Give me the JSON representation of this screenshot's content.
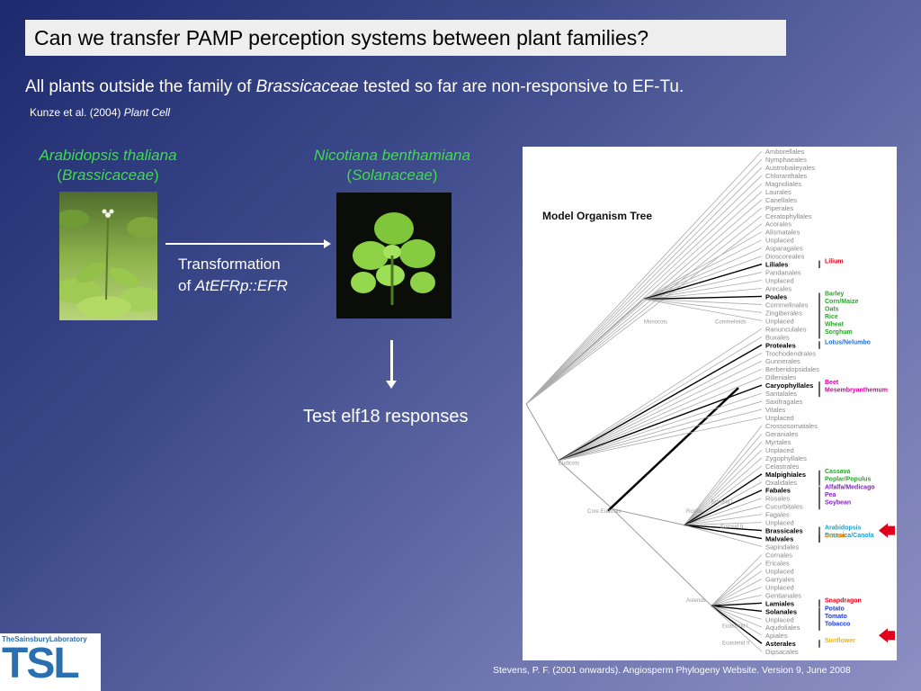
{
  "slide": {
    "title": "Can we transfer PAMP perception systems between plant families?",
    "lead_prefix": "All plants outside the family of ",
    "lead_italic": "Brassicaceae",
    "lead_suffix": " tested so far are non-responsive to EF-Tu.",
    "reference_prefix": "Kunze et al. (2004) ",
    "reference_journal": "Plant Cell",
    "species1": {
      "name": "Arabidopsis thaliana",
      "family": "Brassicaceae"
    },
    "species2": {
      "name": "Nicotiana benthamiana",
      "family": "Solanaceae"
    },
    "transformation_line1": "Transformation",
    "transformation_of": "of ",
    "transformation_construct": "AtEFRp::EFR",
    "test_label": "Test elf18 responses",
    "footer": "Stevens, P. F. (2001 onwards). Angiosperm Phylogeny Website. Version 9, June 2008",
    "logo_top": "TheSainsburyLaboratory",
    "logo_big": "TSL",
    "accent_green": "#3fdc4a",
    "paren_open": "(",
    "paren_close": ")"
  },
  "tree": {
    "title": "Model Organism Tree",
    "orders": [
      "Amborellales",
      "Nymphaeales",
      "Austrobaileyales",
      "Chloranthales",
      "Magnoliales",
      "Laurales",
      "Canellales",
      "Piperales",
      "Ceratophyllales",
      "Acorales",
      "Alismatales",
      "Unplaced",
      "Asparagales",
      "Dioscoreales",
      "Liliales",
      "Pandanales",
      "Unplaced",
      "Arecales",
      "Poales",
      "Commelinales",
      "Zingiberales",
      "Unplaced",
      "Ranunculales",
      "Buxales",
      "Proteales",
      "Trochodendrales",
      "Gunnerales",
      "Berberidopsidales",
      "Dilleniales",
      "Caryophyllales",
      "Santalales",
      "Saxifragales",
      "Vitales",
      "Unplaced",
      "Crossosomatales",
      "Geraniales",
      "Myrtales",
      "Unplaced",
      "Zygophyllales",
      "Celastrales",
      "Malpighiales",
      "Oxalidales",
      "Fabales",
      "Rosales",
      "Cucurbitales",
      "Fagales",
      "Unplaced",
      "Brassicales",
      "Malvales",
      "Sapindales",
      "Cornales",
      "Ericales",
      "Unplaced",
      "Garryales",
      "Unplaced",
      "Gentianales",
      "Lamiales",
      "Solanales",
      "Unplaced",
      "Aquifoliales",
      "Apiales",
      "Asterales",
      "Dipsacales"
    ],
    "bold_orders": [
      "Liliales",
      "Poales",
      "Proteales",
      "Caryophyllales",
      "Malpighiales",
      "Fabales",
      "Brassicales",
      "Malvales",
      "Lamiales",
      "Solanales",
      "Asterales"
    ],
    "clade_labels": [
      "Monocots",
      "Commelinids",
      "Eudicots",
      "Core Eudicots",
      "Rosids",
      "Eurosid I",
      "Eurosid II",
      "Asterids",
      "Euasterid I",
      "Euasterid II"
    ],
    "groups": [
      {
        "row": 14,
        "color": "#e0001b",
        "items": [
          "Lilium"
        ]
      },
      {
        "row": 18,
        "color": "#2aa52a",
        "items": [
          "Barley",
          "Corn/Maize",
          "Oats",
          "Rice",
          "Wheat",
          "Sorghum"
        ]
      },
      {
        "row": 24,
        "color": "#1e6fd0",
        "items": [
          "Lotus/Nelumbo"
        ]
      },
      {
        "row": 29,
        "color": "#d6009a",
        "items": [
          "Beet",
          "Mesembryanthemum"
        ]
      },
      {
        "row": 40,
        "color": "#2aa52a",
        "items": [
          "Cassava",
          "Poplar/Populus"
        ]
      },
      {
        "row": 42,
        "color": "#8a1ec6",
        "items": [
          "Alfalfa/Medicago",
          "Pea",
          "Soybean"
        ]
      },
      {
        "row": 47,
        "color": "#1ea0c8",
        "items": [
          "Arabidopsis",
          "Brassica/Canola"
        ]
      },
      {
        "row": 48,
        "color": "#f08a00",
        "items": [
          "Cotton"
        ]
      },
      {
        "row": 56,
        "color": "#e0001b",
        "items": [
          "Snapdragon"
        ]
      },
      {
        "row": 57,
        "color": "#1e3cd0",
        "items": [
          "Potato",
          "Tomato",
          "Tobacco"
        ]
      },
      {
        "row": 61,
        "color": "#f0b400",
        "items": [
          "Sunflower"
        ]
      }
    ],
    "marker_color": "#e0001b"
  }
}
